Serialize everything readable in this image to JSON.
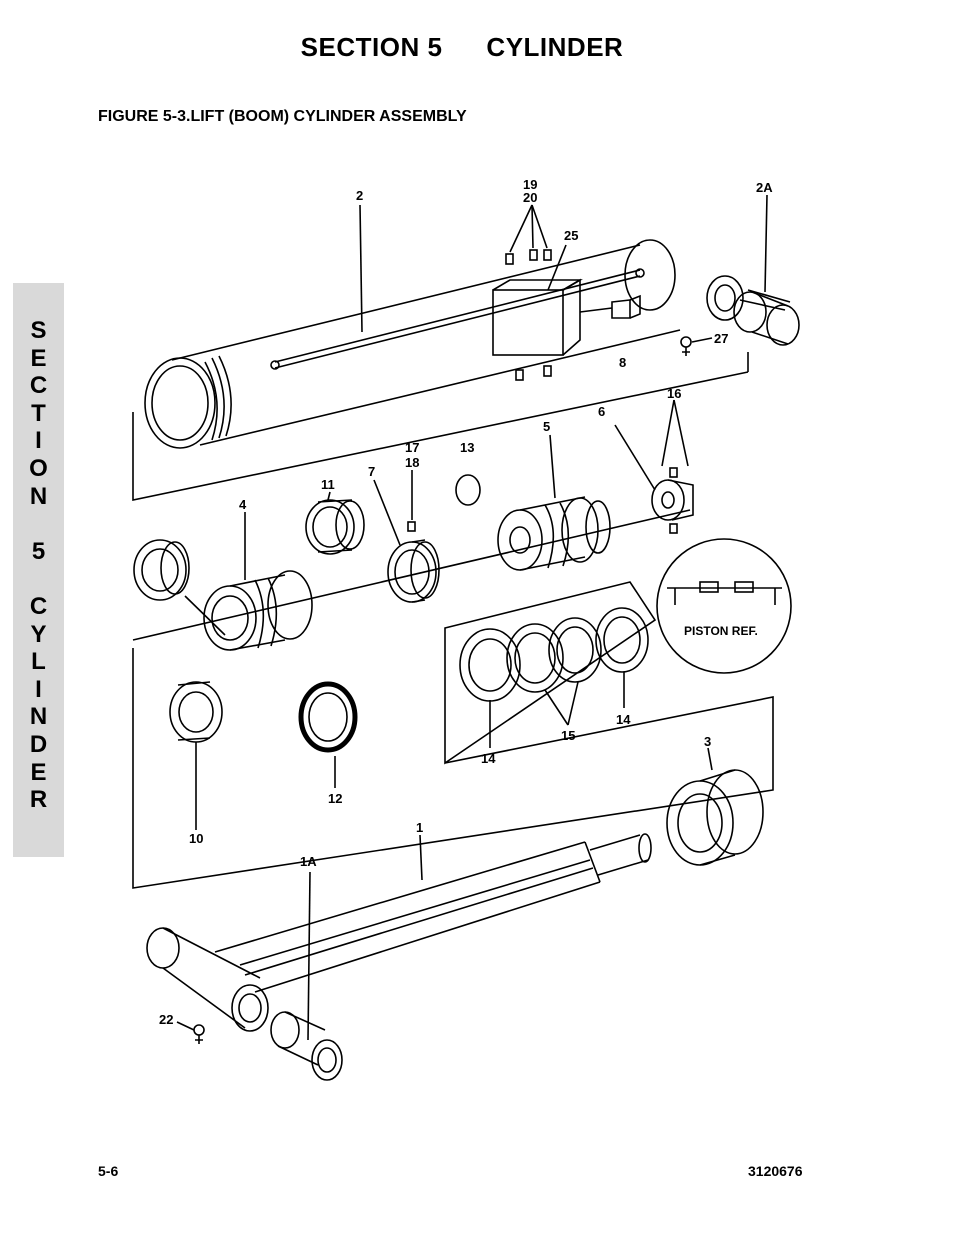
{
  "header": {
    "section": "SECTION 5",
    "title": "CYLINDER"
  },
  "figure_title": "FIGURE 5-3.LIFT (BOOM) CYLINDER ASSEMBLY",
  "side_tab": {
    "letters": [
      "S",
      "E",
      "C",
      "T",
      "I",
      "O",
      "N",
      "",
      "5",
      "",
      "C",
      "Y",
      "L",
      "I",
      "N",
      "D",
      "E",
      "R"
    ]
  },
  "callouts": {
    "c2": "2",
    "c19": "19",
    "c20": "20",
    "c25": "25",
    "c2A": "2A",
    "c27": "27",
    "c8": "8",
    "c16": "16",
    "c6": "6",
    "c5": "5",
    "c13": "13",
    "c17": "17",
    "c18": "18",
    "c7": "7",
    "c11": "11",
    "c4": "4",
    "c14a": "14",
    "c14b": "14",
    "c15": "15",
    "c12": "12",
    "c10": "10",
    "c3": "3",
    "c1": "1",
    "c1A": "1A",
    "c22": "22"
  },
  "piston_ref": "PISTON REF.",
  "footer": {
    "page": "5-6",
    "doc_number": "3120676"
  }
}
